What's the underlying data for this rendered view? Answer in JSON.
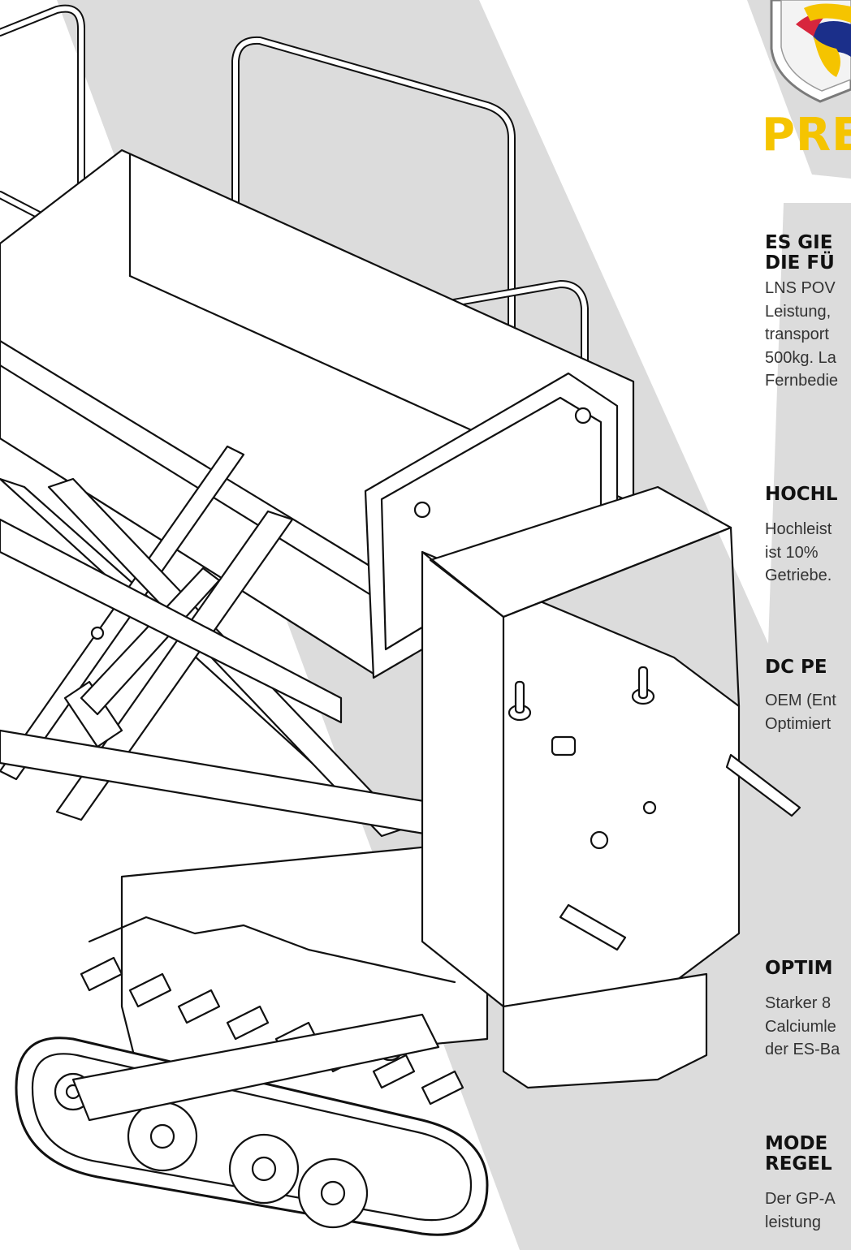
{
  "brand": {
    "name": "PRE",
    "colors": {
      "accent": "#f5c400",
      "shield_blue": "#1b2f8a",
      "shield_red": "#d7263d",
      "shield_yellow": "#f5c400"
    },
    "logo_icon": "shield-logo-icon"
  },
  "illustration": {
    "subject": "tracked scissor lift platform line drawing",
    "background_color": "#dcdcdc"
  },
  "sections": [
    {
      "title_lines": [
        "ES GIE",
        "DIE FÜ"
      ],
      "body_lines": [
        "LNS POV",
        "Leistung,",
        "transport",
        "500kg. La",
        "Fernbedie"
      ]
    },
    {
      "title_lines": [
        "HOCHL"
      ],
      "body_lines": [
        "Hochleist",
        "ist 10%",
        "Getriebe."
      ]
    },
    {
      "title_lines": [
        "DC PE"
      ],
      "body_lines": [
        "OEM (Ent",
        "Optimiert"
      ]
    },
    {
      "title_lines": [
        "OPTIM"
      ],
      "body_lines": [
        "Starker 8",
        "Calciumle",
        "der ES-Ba"
      ]
    },
    {
      "title_lines": [
        "MODE",
        "REGEL"
      ],
      "body_lines": [
        "Der GP-A",
        "leistung"
      ]
    }
  ]
}
